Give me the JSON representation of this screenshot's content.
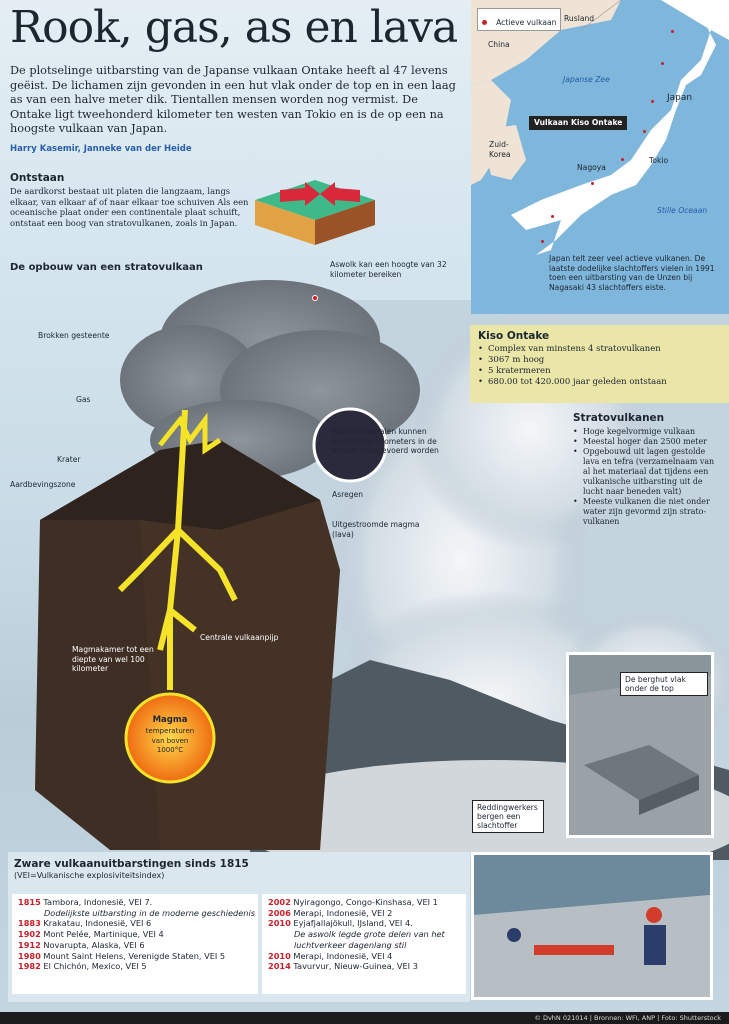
{
  "title": "Rook, gas, as en lava",
  "intro": "De plotselinge uitbarsting van de Japanse vulkaan Ontake heeft al 47 levens geëist. De lichamen zijn gevonden in een hut vlak onder de top en in een laag as van een halve meter dik. Tientallen mensen worden nog vermist. De Ontake ligt tweehonderd kilometer ten westen van Tokio en is de op een na hoogste vulkaan van Japan.",
  "byline": "Harry Kasemir, Janneke van der Heide",
  "ontstaan": {
    "heading": "Ontstaan",
    "text": "De aardkorst bestaat uit platen die langzaam, langs elkaar, van elkaar af of naar elkaar toe schuiven Als een oceanische plaat onder een continentale plaat schuift, ontstaat een boog van stratovulkanen, zoals in Japan."
  },
  "map": {
    "legend": "Actieve vulkaan",
    "rusland": "Rusland",
    "china": "China",
    "japanse_zee": "Japanse Zee",
    "japan": "Japan",
    "zuid_korea": "Zuid-\nKorea",
    "vulkaan_label": "Vulkaan Kiso Ontake",
    "nagoya": "Nagoya",
    "tokio": "Tokio",
    "stille_oceaan": "Stille Oceaan",
    "caption": "Japan telt zeer veel actieve vulkanen. De laatste dodelijke slachtoffers vielen in 1991 toen een uitbarsting van de Unzen bij Nagasaki 43 slachtoffers eiste."
  },
  "opbouw": {
    "heading": "De opbouw van een stratovulkaan",
    "labels": {
      "aswolk": "Aswolk kan een hoogte van 32 kilometer bereiken",
      "brokken": "Brokken gesteente",
      "gas": "Gas",
      "krater": "Krater",
      "aardbeving": "Aardbevingszone",
      "mineralen": "Kleine mineralen kunnen honderden kilometers in de aswolk meegevoerd worden",
      "asregen": "Asregen",
      "magma_out": "Uitgestroomde magma (lava)",
      "pijp": "Centrale vulkaanpijp",
      "kamer": "Magmakamer tot een diepte van wel 100 kilometer",
      "magma_title": "Magma",
      "magma_temp": "temperaturen van boven 1000°C"
    }
  },
  "kiso": {
    "heading": "Kiso Ontake",
    "items": [
      "Complex van minstens 4 stratovulkanen",
      "3067 m hoog",
      "5 kratermeren",
      "680.00 tot 420.000 jaar geleden ontstaan"
    ]
  },
  "strato": {
    "heading": "Stratovulkanen",
    "items": [
      "Hoge kegelvormige vulkaan",
      "Meestal hoger dan 2500 meter",
      "Opgebouwd uit lagen gestolde lava en tefra (verzamelnaam van al het materiaal dat tijdens een vulkanische uitbarsting uit de lucht naar beneden valt)",
      "Meeste vulkanen die niet onder water zijn gevormd zijn strato-vulkanen"
    ]
  },
  "photos": {
    "berghut": "De berghut vlak onder de top",
    "redding": "Reddingwerkers bergen een slachtoffer"
  },
  "eruptions": {
    "heading": "Zware vulkaanuitbarstingen sinds 1815",
    "subheading": "(VEI=Vulkanische explosiviteitsindex)",
    "left": [
      {
        "year": "1815",
        "text": "Tambora, Indonesië, VEI 7.",
        "note": "Dodelijkste uitbarsting in de moderne geschiedenis"
      },
      {
        "year": "1883",
        "text": "Krakatau, Indonesië, VEI 6",
        "note": ""
      },
      {
        "year": "1902",
        "text": "Mont Pelée, Martinique, VEI 4",
        "note": ""
      },
      {
        "year": "1912",
        "text": "Novarupta, Alaska, VEI 6",
        "note": ""
      },
      {
        "year": "1980",
        "text": "Mount Saint Helens, Verenigde Staten, VEI 5",
        "note": ""
      },
      {
        "year": "1982",
        "text": "El Chichón, Mexico, VEI 5",
        "note": ""
      }
    ],
    "right": [
      {
        "year": "2002",
        "text": "Nyiragongo, Congo-Kinshasa, VEI 1",
        "note": ""
      },
      {
        "year": "2006",
        "text": "Merapi, Indonesië, VEI 2",
        "note": ""
      },
      {
        "year": "2010",
        "text": "Eyjafjallajökull, IJsland, VEI 4.",
        "note": "De aswolk legde grote delen van het luchtverkeer dagenlang stil"
      },
      {
        "year": "2010",
        "text": "Merapi, Indonesië, VEI 4",
        "note": ""
      },
      {
        "year": "2014",
        "text": "Tavurvur, Nieuw-Guinea, VEI 3",
        "note": ""
      }
    ]
  },
  "footer": "© DvhN 021014 | Bronnen: WFI, ANP | Foto: Shutterstock",
  "colors": {
    "accent": "#c8202a",
    "kiso_bg": "#e9e6a8",
    "magma": "#f07a1a",
    "lava": "#f5e32a"
  }
}
